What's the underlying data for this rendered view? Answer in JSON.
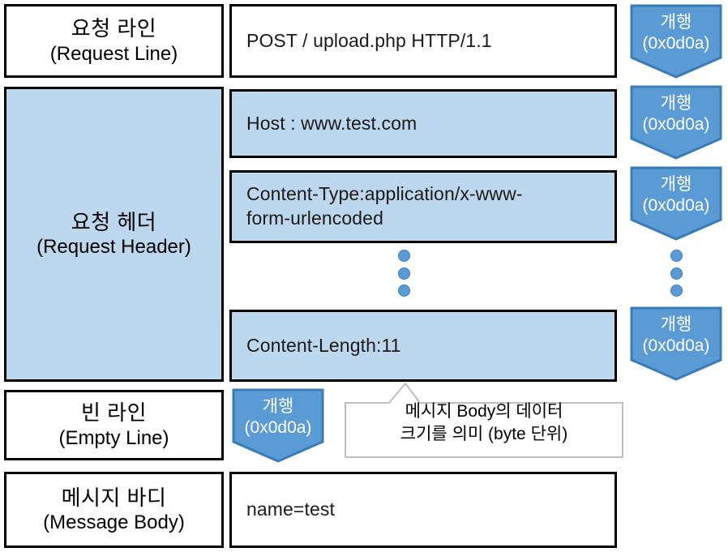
{
  "diagram": {
    "title": "HTTP POST Request Message Structure",
    "colors": {
      "pentagon_fill": "#5B9BD5",
      "pentagon_stroke": "#3A7CB8",
      "section_fill": "#BDD7EE",
      "box_stroke": "#000000",
      "callout_stroke": "#BFBFBF",
      "dot_fill": "#5B9BD5"
    },
    "rows": [
      {
        "key": "request-line",
        "label_ko": "요청 라인",
        "label_en": "(Request Line)",
        "content": "POST / upload.php HTTP/1.1"
      },
      {
        "key": "request-header",
        "label_ko": "요청 헤더",
        "label_en": "(Request Header)",
        "headers": [
          "Host : www.test.com",
          "Content-Type:application/x-www-form-urlencoded",
          "Content-Length:11"
        ],
        "content_type_line1": "Content-Type:application/x-www-",
        "content_type_line2": "form-urlencoded"
      },
      {
        "key": "empty-line",
        "label_ko": "빈 라인",
        "label_en": "(Empty Line)",
        "content": ""
      },
      {
        "key": "message-body",
        "label_ko": "메시지 바디",
        "label_en": "(Message Body)",
        "content": "name=test"
      }
    ],
    "newline_marker": {
      "label_ko": "개행",
      "label_hex": "(0x0d0a)"
    },
    "callout": {
      "line1": "메시지 Body의 데이터",
      "line2": "크기를 의미 (byte 단위)"
    },
    "ellipsis": {
      "dot_count": 3
    }
  }
}
